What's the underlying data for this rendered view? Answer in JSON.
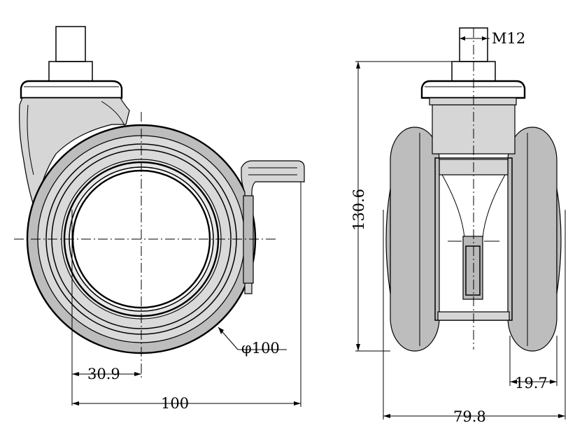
{
  "drawing": {
    "dimensions": {
      "thread": "M12",
      "diameter": "φ100",
      "offset": "30.9",
      "total_width_side": "100",
      "height": "130.6",
      "tire_width": "19.7",
      "total_width_front": "79.8"
    },
    "colors": {
      "line": "#000000",
      "fill": "#b9b9b9",
      "background": "#ffffff"
    }
  }
}
